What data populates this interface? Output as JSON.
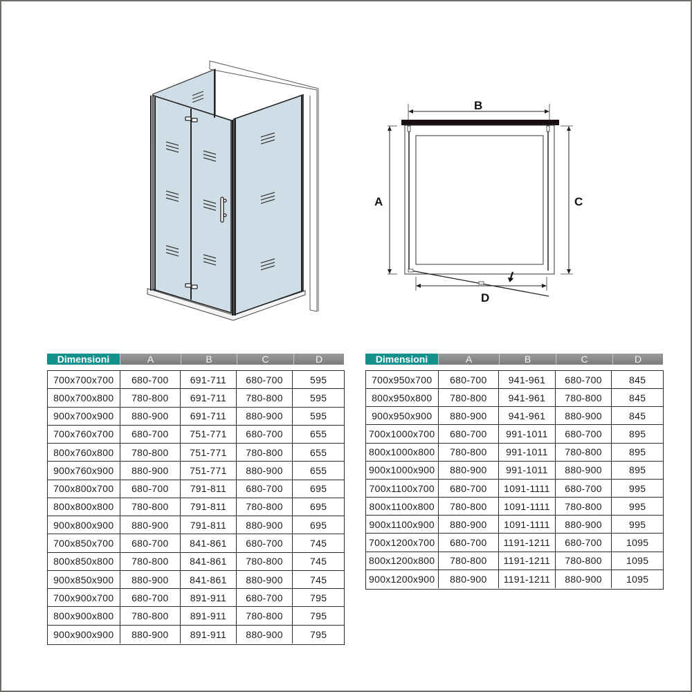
{
  "drawings": {
    "perspective": {
      "description": "shower enclosure with bifold door, perspective view"
    },
    "plan": {
      "labels": {
        "a": "A",
        "b": "B",
        "c": "C",
        "d": "D"
      }
    }
  },
  "tables": [
    {
      "headers": [
        "Dimensioni",
        "A",
        "B",
        "C",
        "D"
      ],
      "rows": [
        [
          "700x700x700",
          "680-700",
          "691-711",
          "680-700",
          "595"
        ],
        [
          "800x700x800",
          "780-800",
          "691-711",
          "780-800",
          "595"
        ],
        [
          "900x700x900",
          "880-900",
          "691-711",
          "880-900",
          "595"
        ],
        [
          "700x760x700",
          "680-700",
          "751-771",
          "680-700",
          "655"
        ],
        [
          "800x760x800",
          "780-800",
          "751-771",
          "780-800",
          "655"
        ],
        [
          "900x760x900",
          "880-900",
          "751-771",
          "880-900",
          "655"
        ],
        [
          "700x800x700",
          "680-700",
          "791-811",
          "680-700",
          "695"
        ],
        [
          "800x800x800",
          "780-800",
          "791-811",
          "780-800",
          "695"
        ],
        [
          "900x800x900",
          "880-900",
          "791-811",
          "880-900",
          "695"
        ],
        [
          "700x850x700",
          "680-700",
          "841-861",
          "680-700",
          "745"
        ],
        [
          "800x850x800",
          "780-800",
          "841-861",
          "780-800",
          "745"
        ],
        [
          "900x850x900",
          "880-900",
          "841-861",
          "880-900",
          "745"
        ],
        [
          "700x900x700",
          "680-700",
          "891-911",
          "680-700",
          "795"
        ],
        [
          "800x900x800",
          "780-800",
          "891-911",
          "780-800",
          "795"
        ],
        [
          "900x900x900",
          "880-900",
          "891-911",
          "880-900",
          "795"
        ]
      ]
    },
    {
      "headers": [
        "Dimensioni",
        "A",
        "B",
        "C",
        "D"
      ],
      "rows": [
        [
          "700x950x700",
          "680-700",
          "941-961",
          "680-700",
          "845"
        ],
        [
          "800x950x800",
          "780-800",
          "941-961",
          "780-800",
          "845"
        ],
        [
          "900x950x900",
          "880-900",
          "941-961",
          "880-900",
          "845"
        ],
        [
          "700x1000x700",
          "680-700",
          "991-1011",
          "680-700",
          "895"
        ],
        [
          "800x1000x800",
          "780-800",
          "991-1011",
          "780-800",
          "895"
        ],
        [
          "900x1000x900",
          "880-900",
          "991-1011",
          "880-900",
          "895"
        ],
        [
          "700x1100x700",
          "680-700",
          "1091-1111",
          "680-700",
          "995"
        ],
        [
          "800x1100x800",
          "780-800",
          "1091-1111",
          "780-800",
          "995"
        ],
        [
          "900x1100x900",
          "880-900",
          "1091-1111",
          "880-900",
          "995"
        ],
        [
          "700x1200x700",
          "680-700",
          "1191-1211",
          "680-700",
          "1095"
        ],
        [
          "800x1200x800",
          "780-800",
          "1191-1211",
          "780-800",
          "1095"
        ],
        [
          "900x1200x900",
          "880-900",
          "1191-1211",
          "880-900",
          "1095"
        ]
      ]
    }
  ],
  "colors": {
    "header_accent": "#138f8c",
    "header_gray": "#868686",
    "glass": "#cfdde7",
    "frame": "#6e6a66"
  }
}
